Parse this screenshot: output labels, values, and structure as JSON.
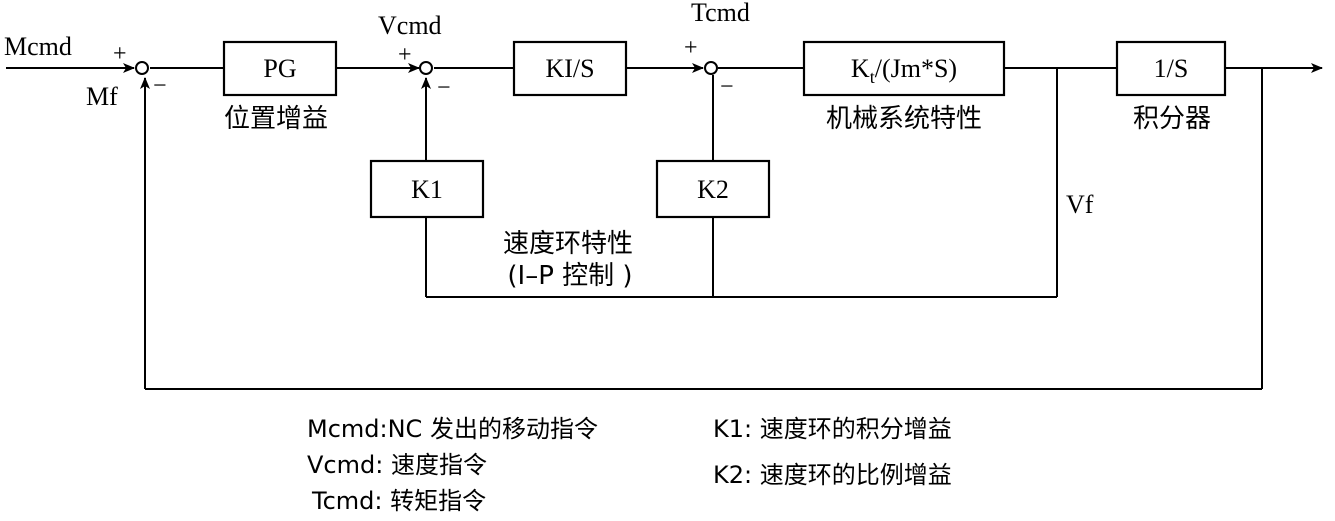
{
  "signals": {
    "mcmd": "Mcmd",
    "mf": "Mf",
    "vcmd": "Vcmd",
    "tcmd": "Tcmd",
    "vf": "Vf"
  },
  "signs": {
    "plus": "+",
    "minus": "−"
  },
  "blocks": {
    "pg": "PG",
    "ki_s": "KI/S",
    "kt": "K",
    "kt_sub": "t",
    "kt_rest": "/(Jm*S)",
    "integ": "1/S",
    "k1": "K1",
    "k2": "K2"
  },
  "block_captions": {
    "pg": "位置增益",
    "kt": "机械系统特性",
    "integ": "积分器",
    "speed_loop_1": "速度环特性",
    "speed_loop_2": "(I–P 控制 )"
  },
  "legend": {
    "mcmd": "Mcmd:NC 发出的移动指令",
    "vcmd": "Vcmd: 速度指令",
    "tcmd": "Tcmd: 转矩指令",
    "k1": "K1: 速度环的积分增益",
    "k2": "K2: 速度环的比例增益"
  }
}
